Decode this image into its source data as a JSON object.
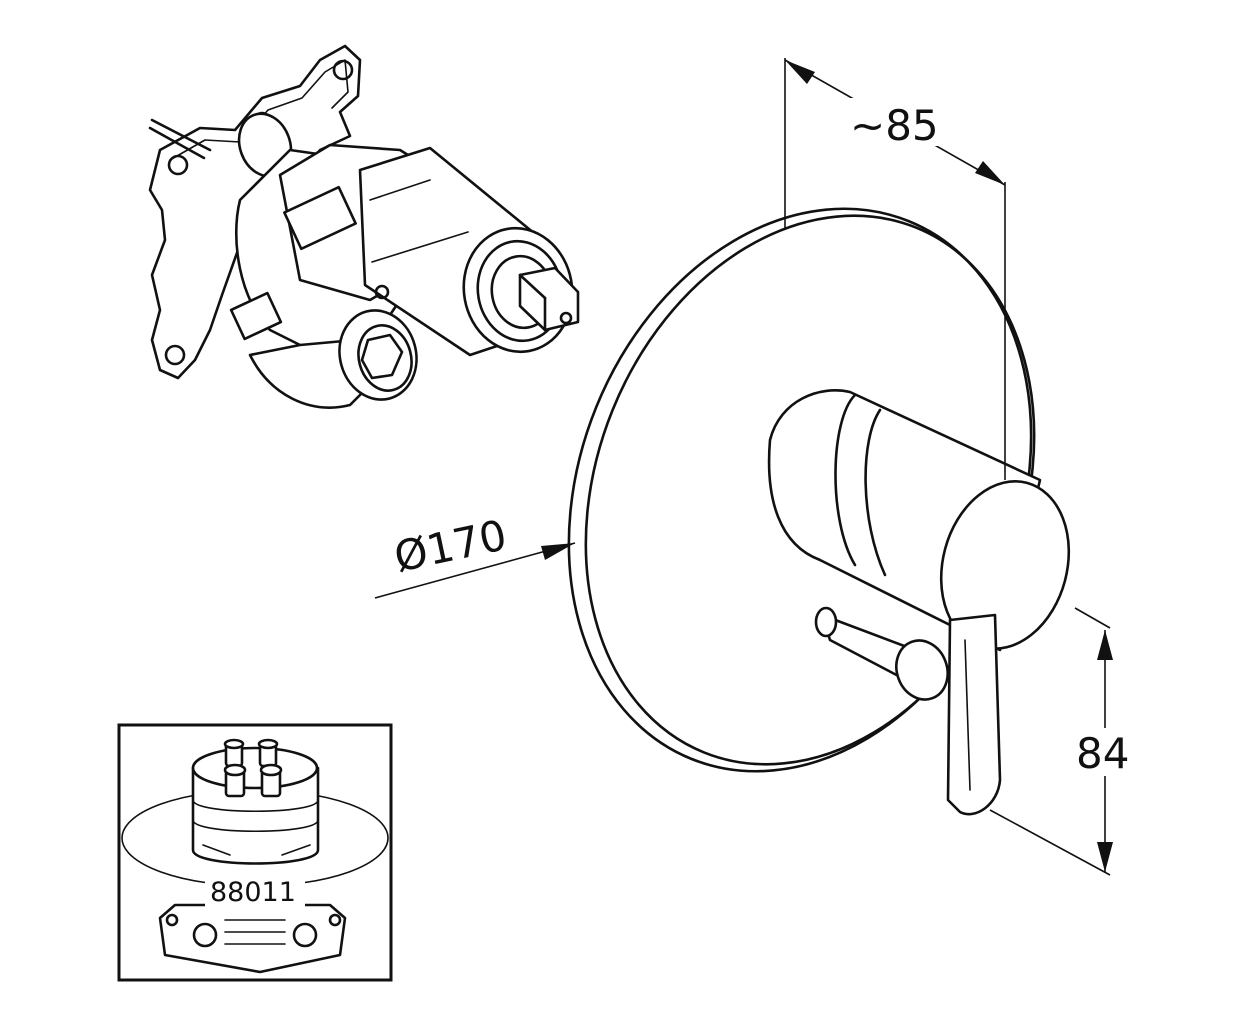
{
  "dimensions": {
    "depth_label": "~85",
    "diameter_label": "Ø170",
    "height_label": "84"
  },
  "inset": {
    "part_number": "88011"
  }
}
